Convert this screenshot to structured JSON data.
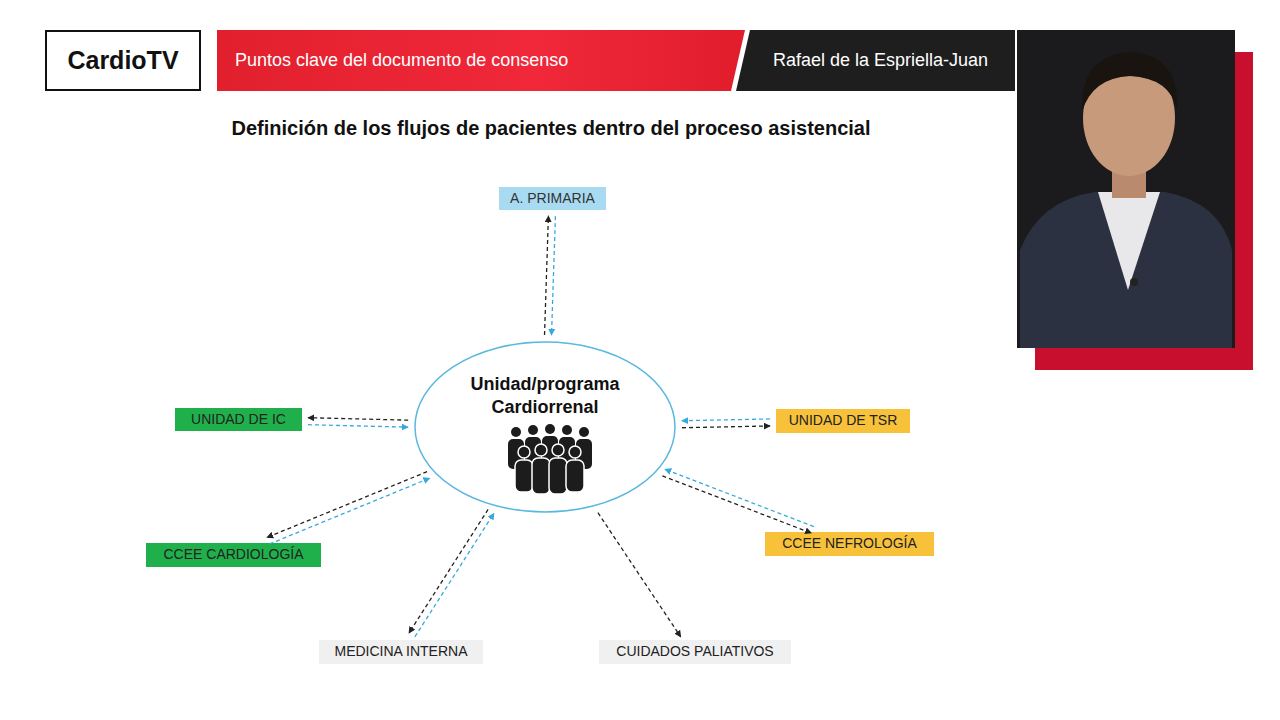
{
  "diagram": {
    "title": "Definición de los flujos de pacientes dentro del proceso asistencial",
    "nodes": [
      {
        "text": [
          "CardioTV"
        ]
      },
      {
        "text": [
          "Puntos clave del documento de consenso"
        ]
      },
      {
        "text": [
          "Rafael de la Espriella-Juan"
        ]
      },
      {
        "text": [
          "A. PRIMARIA"
        ]
      },
      {
        "text": [
          "Unidad/programa Cardiorrenal"
        ]
      },
      {
        "text": [
          "UNIDAD DE IC"
        ]
      },
      {
        "text": [
          "UNIDAD DE TSR"
        ]
      },
      {
        "text": [
          "CCEE  CARDIOLOGÍA"
        ]
      },
      {
        "text": [
          "CCEE  NEFROLOGÍA"
        ]
      },
      {
        "text": [
          "MEDICINA INTERNA"
        ]
      },
      {
        "text": [
          "CUIDADOS PALIATIVOS"
        ]
      }
    ],
    "edges": [
      {
        "from": 4,
        "to": 3,
        "arrow": "to"
      },
      {
        "from": 3,
        "to": 4,
        "arrow": "to"
      },
      {
        "from": 4,
        "to": 5,
        "arrow": "to"
      },
      {
        "from": 5,
        "to": 4,
        "arrow": "to"
      },
      {
        "from": 4,
        "to": 6,
        "arrow": "to"
      },
      {
        "from": 6,
        "to": 4,
        "arrow": "to"
      },
      {
        "from": 7,
        "to": 4,
        "arrow": "to"
      },
      {
        "from": 4,
        "to": 7,
        "arrow": "to"
      },
      {
        "from": 4,
        "to": 8,
        "arrow": "to"
      },
      {
        "from": 8,
        "to": 4,
        "arrow": "to"
      },
      {
        "from": 9,
        "to": 4,
        "arrow": "to"
      },
      {
        "from": 4,
        "to": 9,
        "arrow": "to"
      },
      {
        "from": 4,
        "to": 10,
        "arrow": "to"
      }
    ]
  }
}
